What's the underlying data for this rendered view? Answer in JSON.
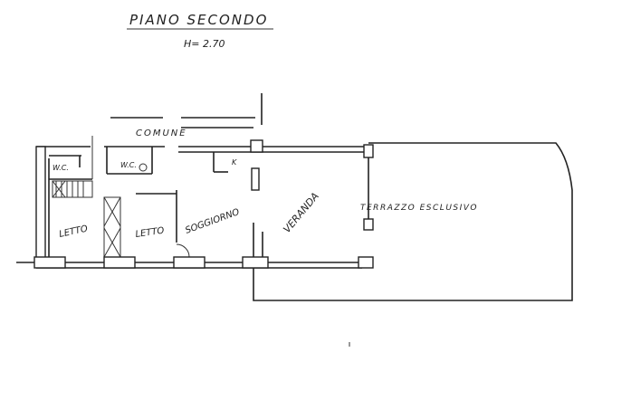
{
  "header": {
    "title": "PIANO SECONDO",
    "height_label": "H= 2.70"
  },
  "rooms": {
    "comune": "COMUNE",
    "wc_1": "W.C.",
    "wc_2": "W.C.",
    "kitchen": "K",
    "letto_1": "LETTO",
    "letto_2": "LETTO",
    "soggiorno": "SOGGIORNO",
    "veranda": "VERANDA",
    "terrazzo": "TERRAZZO ESCLUSIVO"
  }
}
